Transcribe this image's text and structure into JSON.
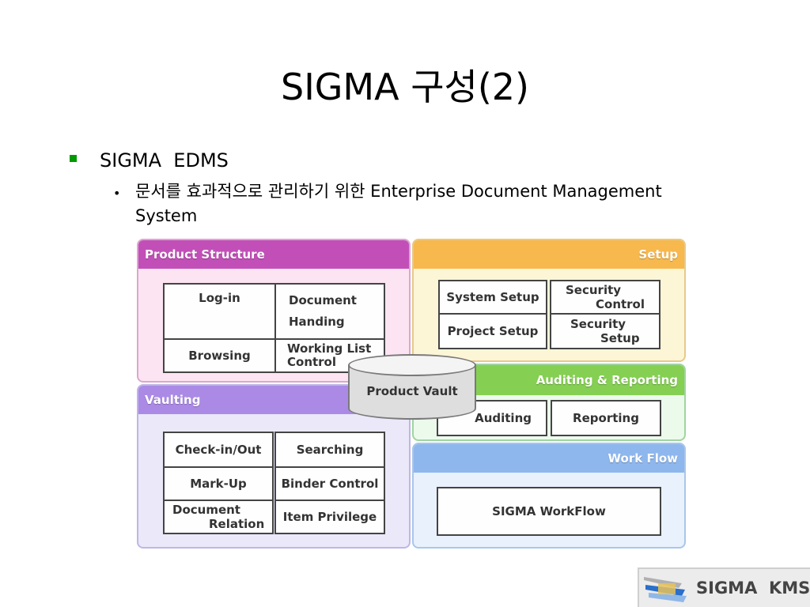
{
  "slide": {
    "title": "SIGMA 구성(2)",
    "bullet1": "SIGMA  EDMS",
    "bullet2": "문서를 효과적으로 관리하기 위한 Enterprise Document Management System"
  },
  "diagram": {
    "product_structure": {
      "header": "Product Structure",
      "login": "Log-in",
      "document_handing_1": "Document",
      "document_handing_2": "Handing",
      "browsing": "Browsing",
      "working_list_1": "Working List",
      "working_list_2": "Control"
    },
    "setup": {
      "header": "Setup",
      "system_setup": "System Setup",
      "security_control_1": "Security",
      "security_control_2": "Control",
      "project_setup": "Project Setup",
      "security_setup_1": "Security",
      "security_setup_2": "Setup"
    },
    "product_vault": "Product Vault",
    "auditing_reporting": {
      "header": "Auditing & Reporting",
      "auditing": "Auditing",
      "reporting": "Reporting"
    },
    "vaulting": {
      "header": "Vaulting",
      "checkin_out": "Check-in/Out",
      "searching": "Searching",
      "markup": "Mark-Up",
      "binder_control": "Binder Control",
      "document_relation_1": "Document",
      "document_relation_2": "Relation",
      "item_privilege": "Item Privilege"
    },
    "work_flow": {
      "header": "Work Flow",
      "sigma_workflow": "SIGMA WorkFlow"
    }
  },
  "logo": {
    "text": "SIGMA  KMS"
  },
  "colors": {
    "product_structure": "#c24fb8",
    "setup": "#f7b84d",
    "vaulting": "#ab8ae6",
    "auditing_reporting": "#85cf52",
    "work_flow": "#8eb7ee",
    "bullet": "#009900"
  }
}
